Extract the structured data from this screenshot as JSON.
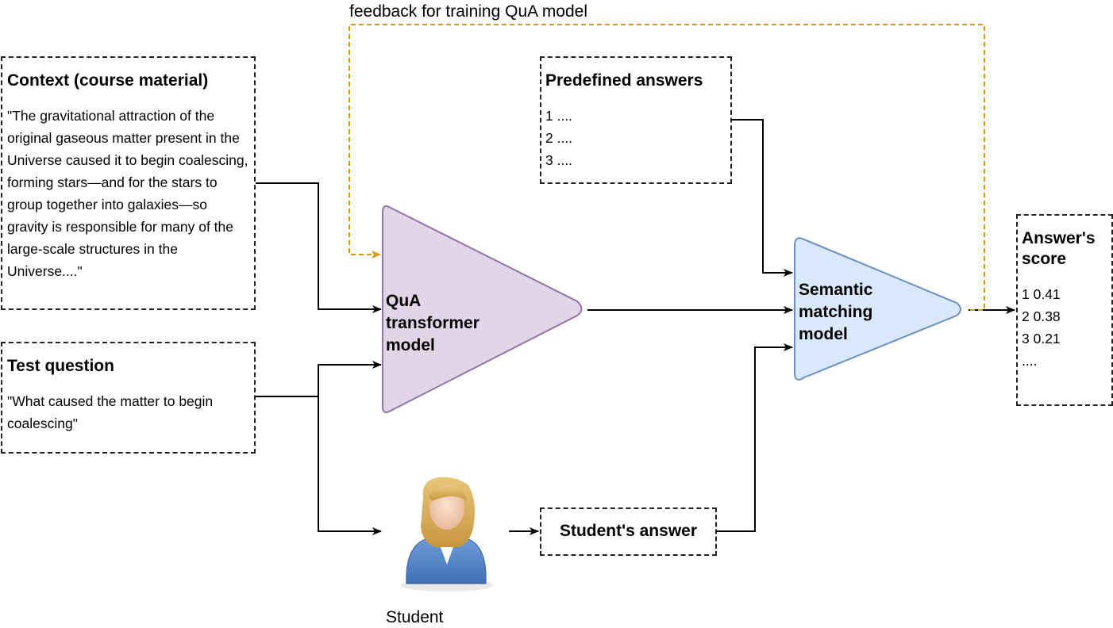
{
  "feedback_label": "feedback for training QuA model",
  "context": {
    "title": "Context (course material)",
    "text": "\"The gravitational attraction of the original gaseous matter present in the Universe caused it to begin coalescing, forming stars—and for the stars to group together into galaxies—so gravity is responsible for many of the large-scale structures in the Universe....\""
  },
  "question": {
    "title": "Test question",
    "text": "\"What caused the matter to begin coalescing\""
  },
  "predefined": {
    "title": "Predefined answers",
    "items": [
      "1 ....",
      "2 ....",
      "3 ...."
    ]
  },
  "qua_model": {
    "label_lines": [
      "QuA",
      "transformer",
      "model"
    ]
  },
  "semantic_model": {
    "label_lines": [
      "Semantic",
      "matching",
      "model"
    ]
  },
  "score": {
    "title_lines": [
      "Answer's",
      "score"
    ],
    "items": [
      "1 0.41",
      "2 0.38",
      "3 0.21",
      "...."
    ]
  },
  "student_answer": {
    "label": "Student's answer"
  },
  "student": {
    "label": "Student"
  },
  "colors": {
    "qua_fill": "#e1d5e7",
    "qua_stroke": "#9673a6",
    "sem_fill": "#dae8fc",
    "sem_stroke": "#6c8ebf",
    "feedback": "#d79b00"
  }
}
